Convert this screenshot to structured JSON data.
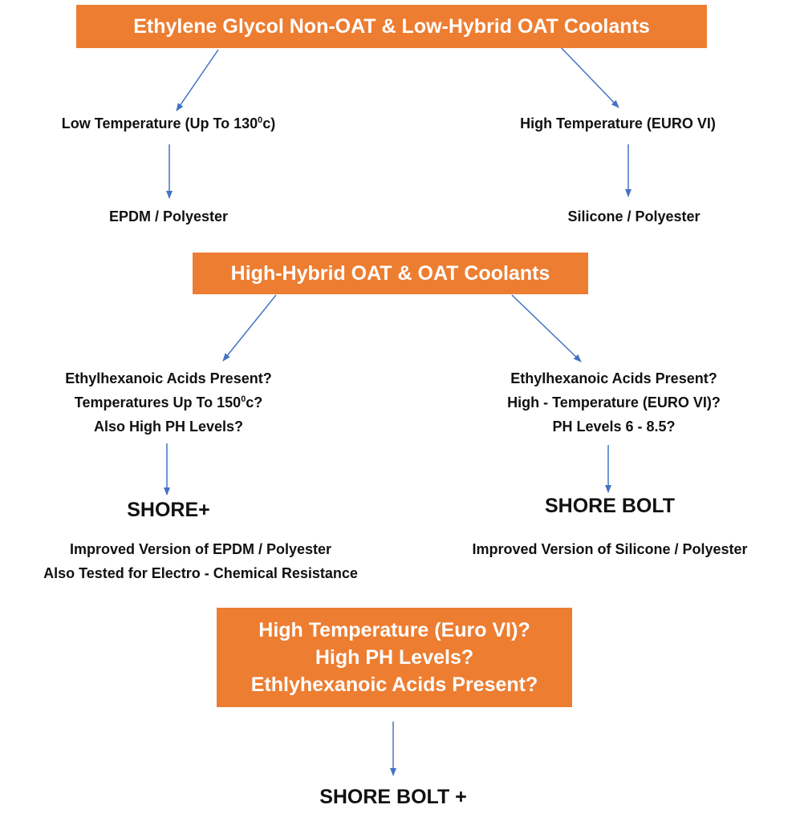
{
  "colors": {
    "box_fill": "#ED7D31",
    "box_text": "#FFFFFF",
    "arrow": "#4472C4",
    "text": "#111111"
  },
  "box1": {
    "title": "Ethylene Glycol Non-OAT & Low-Hybrid OAT Coolants"
  },
  "low_temp": {
    "text": "Low Temperature (Up To 130",
    "sup": "0",
    "suffix": "c)"
  },
  "high_temp": {
    "text": "High Temperature (EURO VI)"
  },
  "epdm": {
    "text": "EPDM / Polyester"
  },
  "silicone": {
    "text": "Silicone / Polyester"
  },
  "box2": {
    "title": "High-Hybrid OAT & OAT Coolants"
  },
  "left_question": {
    "line1": "Ethylhexanoic Acids Present?",
    "line2_text": "Temperatures Up To 150",
    "line2_sup": "0",
    "line2_suffix": "c?",
    "line3": "Also High PH Levels?"
  },
  "right_question": {
    "line1": "Ethylhexanoic Acids Present?",
    "line2": "High - Temperature (EURO VI)?",
    "line3": "PH Levels 6 - 8.5?"
  },
  "shore_plus": {
    "name": "SHORE+"
  },
  "shore_plus_desc": {
    "line1": "Improved Version of EPDM / Polyester",
    "line2": "Also Tested for Electro - Chemical Resistance"
  },
  "shore_bolt": {
    "name": "SHORE BOLT"
  },
  "shore_bolt_desc": {
    "line1": "Improved Version of Silicone / Polyester"
  },
  "box3": {
    "line1": "High Temperature (Euro VI)?",
    "line2": "High PH Levels?",
    "line3": "Ethlyhexanoic Acids Present?"
  },
  "shore_bolt_plus": {
    "name": "SHORE BOLT +"
  }
}
